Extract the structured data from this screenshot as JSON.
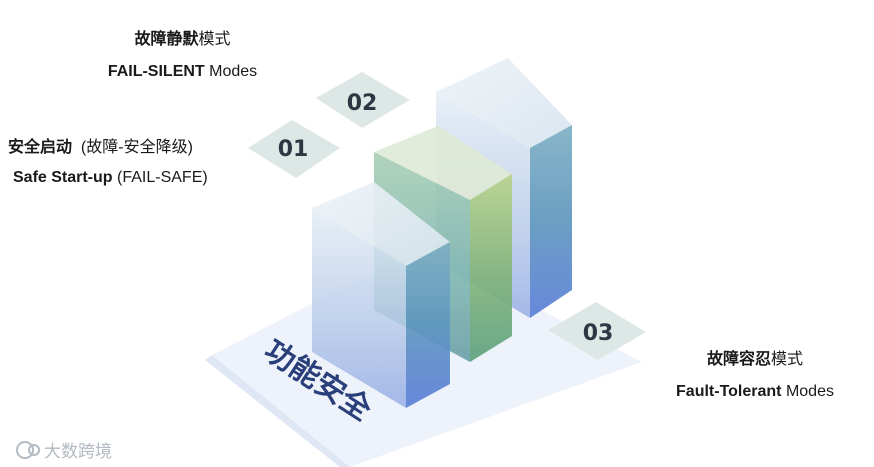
{
  "labels": {
    "silent": {
      "title_bold": "故障静默",
      "title_rest": "模式",
      "sub_bold": "FAIL-SILENT",
      "sub_rest": " Modes"
    },
    "safe": {
      "title_bold": "安全启动",
      "title_rest": "  (故障-安全降级)",
      "sub_bold": "Safe Start-up",
      "sub_rest": " (FAIL-SAFE)"
    },
    "tolerant": {
      "title_bold": "故障容忍",
      "title_rest": "模式",
      "sub_bold": "Fault-Tolerant",
      "sub_rest": " Modes"
    }
  },
  "markers": {
    "m01": "01",
    "m02": "02",
    "m03": "03"
  },
  "platform_text": "功能安全",
  "watermark": "大数跨境",
  "colors": {
    "marker_fill": "#dde8e6",
    "platform_fill": "#eef2fa",
    "platform_text": "#2a3f7a",
    "bar_blue": "#5b7fd8",
    "bar_green": "#6aa86a"
  }
}
